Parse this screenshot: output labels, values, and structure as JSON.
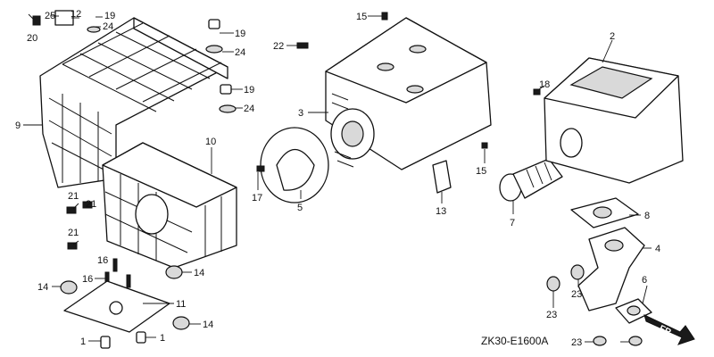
{
  "diagram": {
    "drawing_code": "ZK30-E1600A",
    "front_label": "FR.",
    "callouts": [
      "25",
      "12",
      "19",
      "20",
      "24",
      "19",
      "24",
      "19",
      "24",
      "9",
      "10",
      "21",
      "21",
      "21",
      "16",
      "16",
      "14",
      "14",
      "11",
      "14",
      "1",
      "1",
      "15",
      "22",
      "3",
      "2",
      "18",
      "17",
      "5",
      "15",
      "13",
      "7",
      "8",
      "4",
      "6",
      "23",
      "23",
      "23"
    ]
  }
}
